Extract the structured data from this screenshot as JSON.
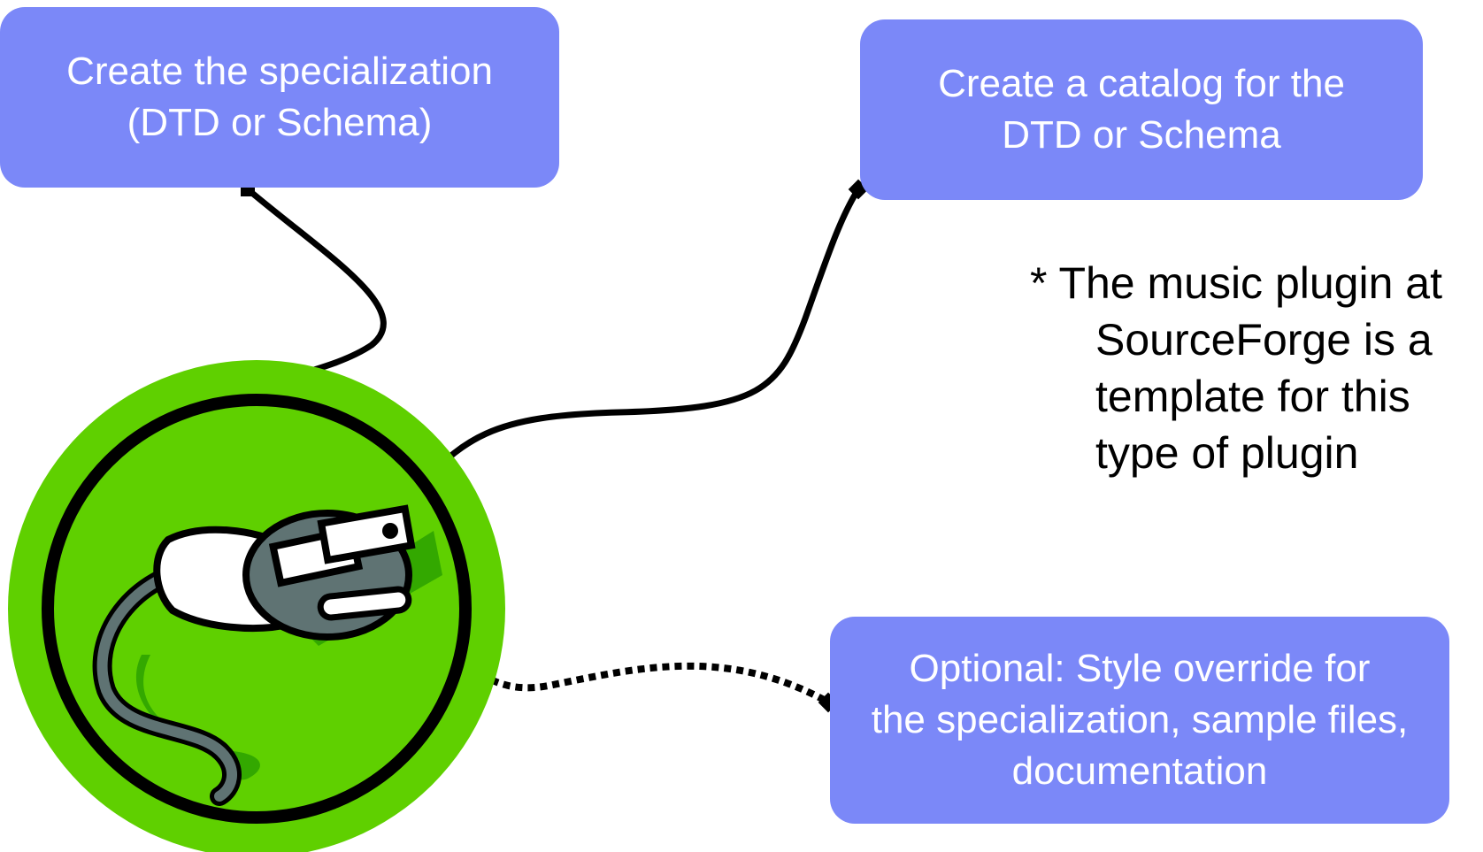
{
  "boxes": {
    "specialization": {
      "line1": "Create the specialization",
      "line2": "(DTD or Schema)"
    },
    "catalog": {
      "line1": "Create a catalog for the",
      "line2": "DTD or Schema"
    },
    "optional": {
      "line1": "Optional: Style override for",
      "line2": "the specialization, sample files,",
      "line3": "documentation"
    }
  },
  "note": {
    "line1": "* The music plugin at",
    "line2": "SourceForge is a",
    "line3": "template for this",
    "line4": "type of plugin"
  },
  "colors": {
    "box_fill": "#7B88F8",
    "box_text": "#ffffff",
    "badge_green": "#5FD000",
    "badge_shadow_green": "#33A800",
    "plug_gray": "#5F7373",
    "cable": "#000000"
  },
  "icons": {
    "badge": "plug-icon"
  }
}
